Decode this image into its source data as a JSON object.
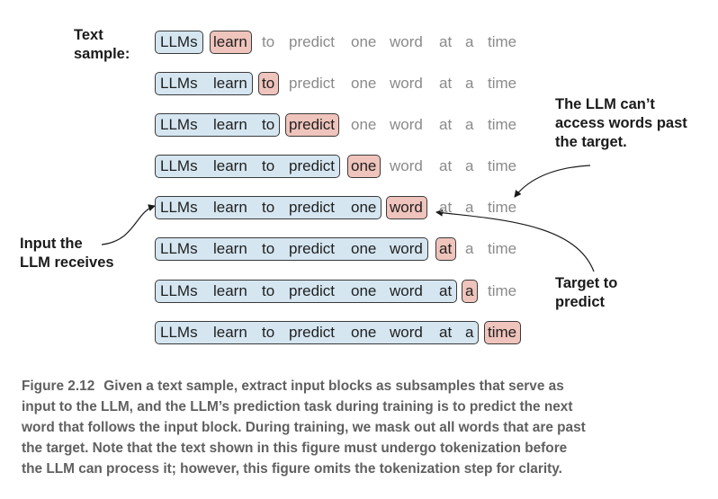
{
  "labels": {
    "text_sample": [
      "Text",
      "sample:"
    ],
    "llm_cant": [
      "The LLM can’t",
      "access words past",
      "the target."
    ],
    "input_label": [
      "Input the",
      "LLM receives"
    ],
    "target_label": [
      "Target to",
      "predict"
    ]
  },
  "words": [
    "LLMs",
    "learn",
    "to",
    "predict",
    "one",
    "word",
    "at",
    "a",
    "time"
  ],
  "rows": [
    {
      "input_count": 1,
      "target_index": 1
    },
    {
      "input_count": 2,
      "target_index": 2
    },
    {
      "input_count": 3,
      "target_index": 3
    },
    {
      "input_count": 4,
      "target_index": 4
    },
    {
      "input_count": 5,
      "target_index": 5
    },
    {
      "input_count": 6,
      "target_index": 6
    },
    {
      "input_count": 7,
      "target_index": 7
    },
    {
      "input_count": 8,
      "target_index": 8
    }
  ],
  "colors": {
    "input_fill": "#d5e6f1",
    "target_fill": "#efc4bc",
    "masked_text": "#8a8a8a",
    "caption_text": "#606060"
  },
  "caption": {
    "number": "Figure 2.12",
    "lines": [
      "Given a text sample, extract input blocks as subsamples that serve as",
      "input to the LLM, and the LLM’s prediction task during training is to predict the next",
      "word that follows the input block. During training, we mask out all words that are past",
      "the target. Note that the text shown in this figure must undergo tokenization before",
      "the LLM can process it; however, this figure omits the tokenization step for clarity."
    ]
  }
}
